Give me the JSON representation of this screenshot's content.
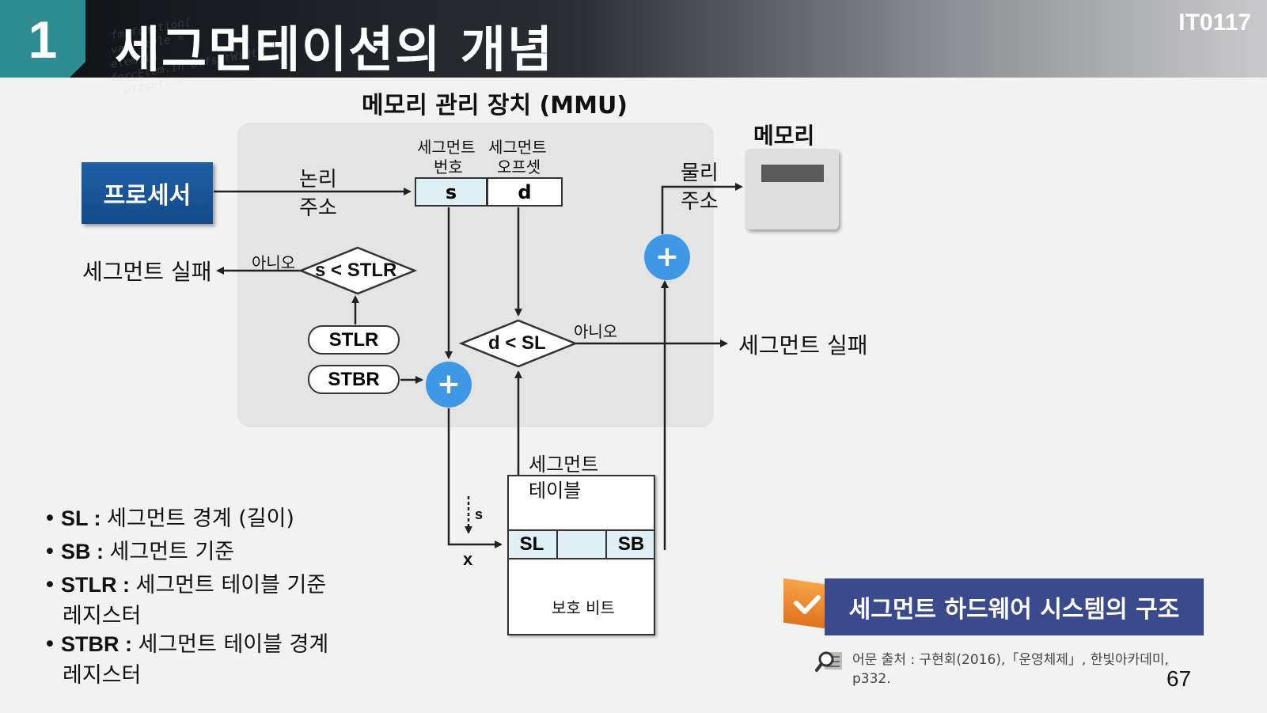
{
  "header": {
    "chapter_number": "1",
    "title": "세그먼테이션의 개념",
    "course_code": "IT0117",
    "background_code": "fm.function(\nvar style = \nelem.in\nforcElem.in offsetWidth\n  offset.ce"
  },
  "diagram": {
    "mmu_label": "메모리 관리 장치 (MMU)",
    "processor_label": "프로세서",
    "memory_label": "메모리",
    "logical_address_label": [
      "논리",
      "주소"
    ],
    "physical_address_label": [
      "물리",
      "주소"
    ],
    "segment_number_label": [
      "세그먼트",
      "번호"
    ],
    "segment_offset_label": [
      "세그먼트",
      "오프셋"
    ],
    "address_s": "s",
    "address_d": "d",
    "cond_left": "s < STLR",
    "cond_right": "d < SL",
    "no_left": "아니오",
    "no_right": "아니오",
    "fail_left": "세그먼트 실패",
    "fail_right": "세그먼트 실패",
    "stlr": "STLR",
    "stbr": "STBR",
    "plus": "+",
    "s_marker": "s",
    "x_marker": "x",
    "segment_table_label": [
      "세그먼트",
      "테이블"
    ],
    "table_sl": "SL",
    "table_sb": "SB",
    "protection_bit_label": "보호 비트"
  },
  "bullets": [
    {
      "term": "SL",
      "desc": "세그먼트 경계 (길이)",
      "cont": ""
    },
    {
      "term": "SB",
      "desc": "세그먼트 기준",
      "cont": ""
    },
    {
      "term": "STLR",
      "desc": "세그먼트 테이블 기준",
      "cont": "레지스터"
    },
    {
      "term": "STBR",
      "desc": "세그먼트 테이블 경계",
      "cont": "레지스터"
    }
  ],
  "caption": "세그먼트 하드웨어 시스템의 구조",
  "source": "어문 출처 : 구현회(2016),「운영체제」, 한빛아카데미, p332.",
  "page_number": "67",
  "colors": {
    "teal": "#2e8d90",
    "processor_blue": "#1f5fa6",
    "plus_blue": "#3e98e6",
    "caption_navy": "#3a4a8c",
    "tag_orange": "#f08a30",
    "cell_tint": "#dff0f4"
  }
}
